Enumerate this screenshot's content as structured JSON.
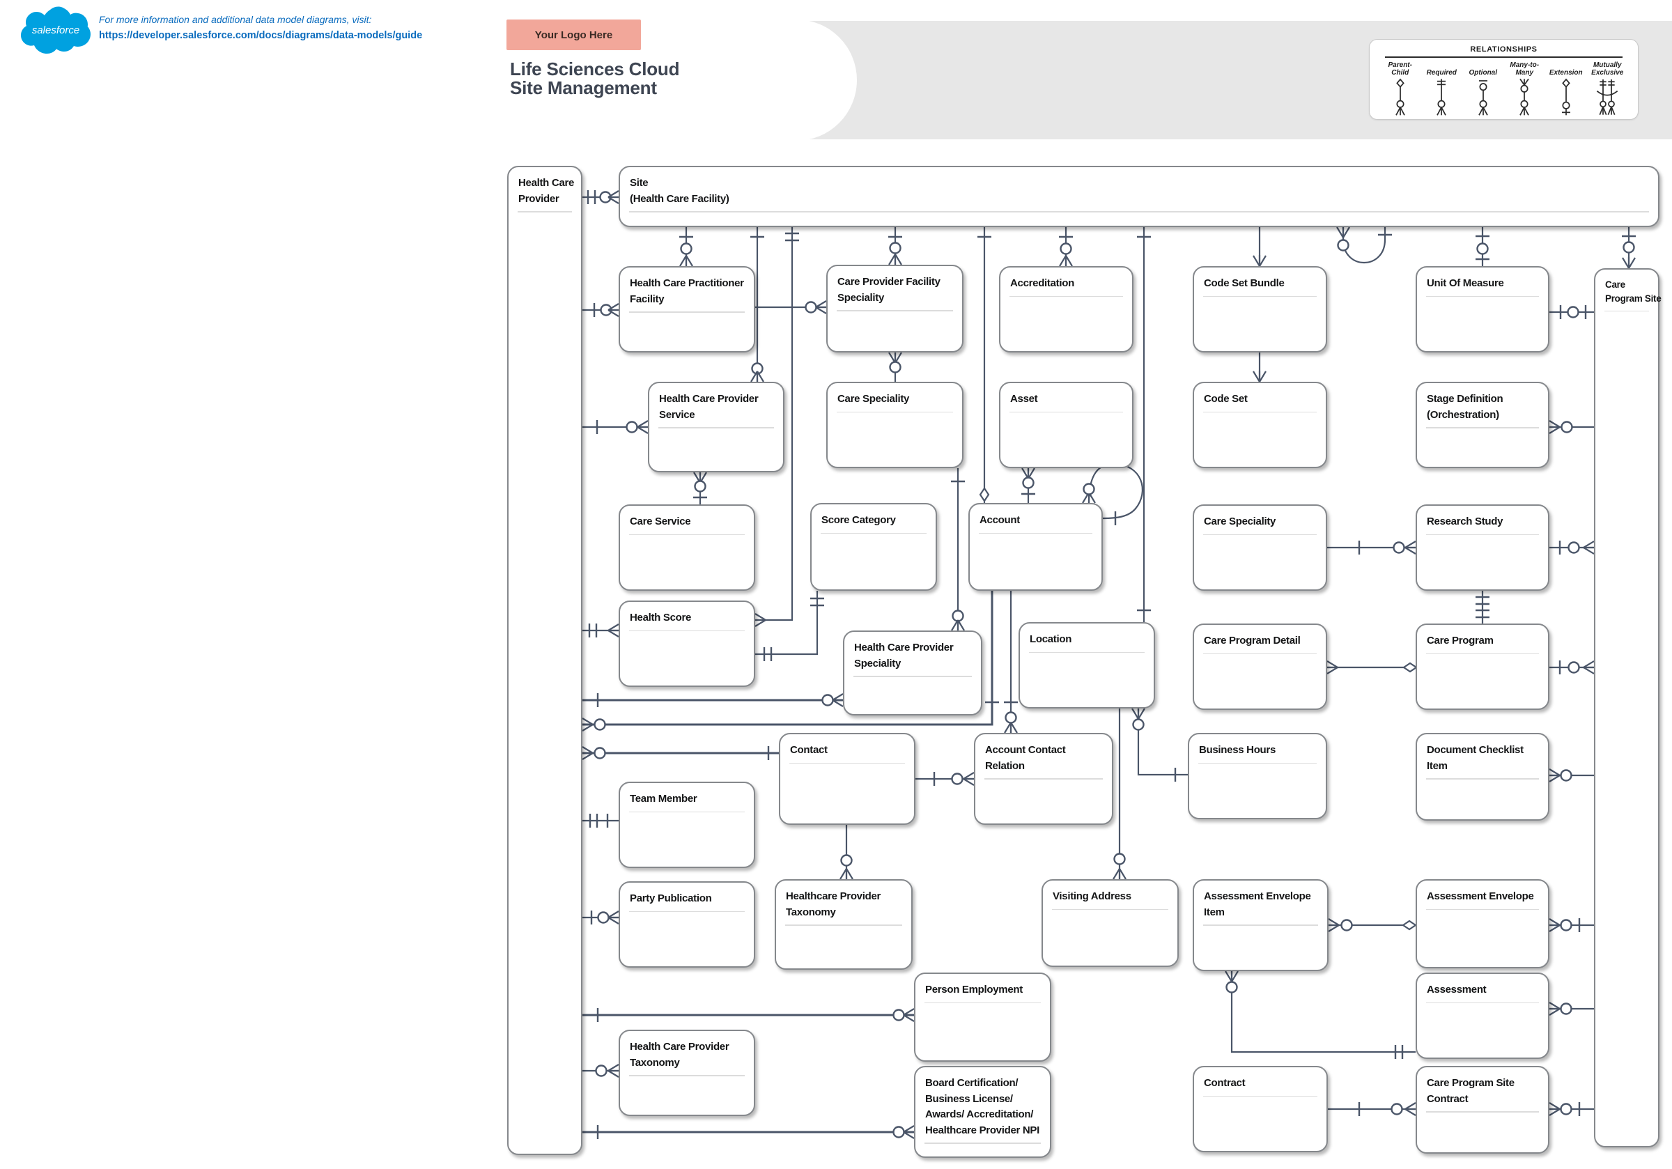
{
  "header": {
    "info_line1": "For more information and additional data model diagrams, visit:",
    "info_line2": "https://developer.salesforce.com/docs/diagrams/data-models/guide",
    "logo_text": "salesforce",
    "logo_placeholder": "Your Logo Here",
    "title_line1": "Life Sciences Cloud",
    "title_line2": "Site Management"
  },
  "legend": {
    "title": "RELATIONSHIPS",
    "items": [
      {
        "symbol": "parent-child",
        "lines": [
          "Parent-",
          "Child"
        ]
      },
      {
        "symbol": "required",
        "lines": [
          "Required"
        ]
      },
      {
        "symbol": "optional",
        "lines": [
          "Optional"
        ]
      },
      {
        "symbol": "many-to-many",
        "lines": [
          "Many-to-",
          "Many"
        ]
      },
      {
        "symbol": "extension",
        "lines": [
          "Extension"
        ]
      },
      {
        "symbol": "mutually-exclusive",
        "lines": [
          "Mutually",
          "Exclusive"
        ]
      }
    ]
  },
  "diagram": {
    "entities": [
      {
        "id": "hcp",
        "lines": [
          "Health Care",
          "Provider"
        ]
      },
      {
        "id": "site",
        "lines": [
          "Site",
          "(Health Care Facility)"
        ]
      },
      {
        "id": "hcpf",
        "lines": [
          "Health Care Practitioner",
          "Facility"
        ]
      },
      {
        "id": "cpfs",
        "lines": [
          "Care Provider Facility",
          "Speciality"
        ]
      },
      {
        "id": "accreditation",
        "lines": [
          "Accreditation"
        ]
      },
      {
        "id": "csb",
        "lines": [
          "Code Set Bundle"
        ]
      },
      {
        "id": "uom",
        "lines": [
          "Unit Of Measure"
        ]
      },
      {
        "id": "cps",
        "lines": [
          "Care",
          "Program Site"
        ]
      },
      {
        "id": "hcps",
        "lines": [
          "Health Care Provider",
          "Service"
        ]
      },
      {
        "id": "carespec1",
        "lines": [
          "Care Speciality"
        ]
      },
      {
        "id": "asset",
        "lines": [
          "Asset"
        ]
      },
      {
        "id": "codeset",
        "lines": [
          "Code Set"
        ]
      },
      {
        "id": "stagedef",
        "lines": [
          "Stage Definition",
          "(Orchestration)"
        ]
      },
      {
        "id": "careservice",
        "lines": [
          "Care Service"
        ]
      },
      {
        "id": "scorecat",
        "lines": [
          "Score Category"
        ]
      },
      {
        "id": "account",
        "lines": [
          "Account"
        ]
      },
      {
        "id": "carespec2",
        "lines": [
          "Care Speciality"
        ]
      },
      {
        "id": "researchstudy",
        "lines": [
          "Research Study"
        ]
      },
      {
        "id": "healthscore",
        "lines": [
          "Health Score"
        ]
      },
      {
        "id": "hcpspec",
        "lines": [
          "Health Care Provider",
          "Speciality"
        ]
      },
      {
        "id": "location",
        "lines": [
          "Location"
        ]
      },
      {
        "id": "cpd",
        "lines": [
          "Care Program Detail"
        ]
      },
      {
        "id": "careprogram",
        "lines": [
          "Care Program"
        ]
      },
      {
        "id": "contact",
        "lines": [
          "Contact"
        ]
      },
      {
        "id": "acr",
        "lines": [
          "Account Contact",
          "Relation"
        ]
      },
      {
        "id": "businesshours",
        "lines": [
          "Business Hours"
        ]
      },
      {
        "id": "dci",
        "lines": [
          "Document Checklist",
          "Item"
        ]
      },
      {
        "id": "teammember",
        "lines": [
          "Team Member"
        ]
      },
      {
        "id": "partypub",
        "lines": [
          "Party Publication"
        ]
      },
      {
        "id": "hpt",
        "lines": [
          "Healthcare Provider",
          "Taxonomy"
        ]
      },
      {
        "id": "visitingaddress",
        "lines": [
          "Visiting Address"
        ]
      },
      {
        "id": "aei",
        "lines": [
          "Assessment Envelope",
          "Item"
        ]
      },
      {
        "id": "ae",
        "lines": [
          "Assessment Envelope"
        ]
      },
      {
        "id": "personemployment",
        "lines": [
          "Person Employment"
        ]
      },
      {
        "id": "assessment",
        "lines": [
          "Assessment"
        ]
      },
      {
        "id": "hcptax2",
        "lines": [
          "Health Care Provider",
          "Taxonomy"
        ]
      },
      {
        "id": "boardcert",
        "lines": [
          "Board Certification/",
          "Business License/",
          "Awards/ Accreditation/",
          "Healthcare Provider NPI"
        ]
      },
      {
        "id": "contract",
        "lines": [
          "Contract"
        ]
      },
      {
        "id": "cpsc",
        "lines": [
          "Care Program Site",
          "Contract"
        ]
      }
    ]
  },
  "colors": {
    "salesforce_blue": "#00A1E0",
    "link_blue": "#0B6CBE",
    "band_gray": "#E7E7E7",
    "logo_badge_bg": "#F2A79A",
    "line_slate": "#4A5568",
    "title_gray": "#3E4552"
  }
}
